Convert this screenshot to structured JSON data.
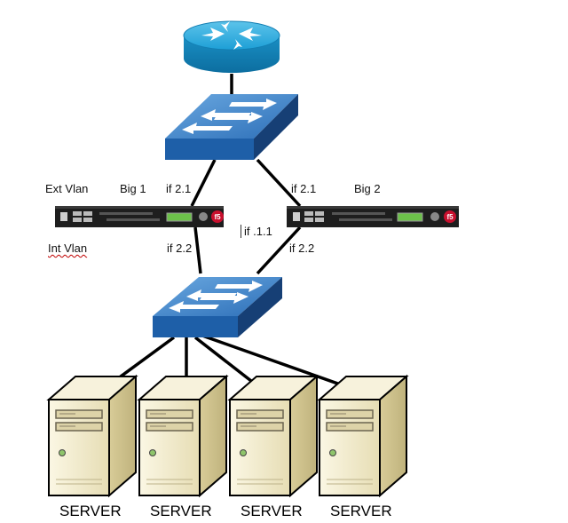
{
  "labels": {
    "ext_vlan": "Ext Vlan",
    "int_vlan": "Int Vlan",
    "big1": "Big 1",
    "big2": "Big 2",
    "big1_if_top": "if 2.1",
    "big1_if_bottom": "if 2.2",
    "big2_if_top": "if 2.1",
    "big2_if_bottom": "if 2.2",
    "ha_link": "if .1.1"
  },
  "servers": [
    {
      "label": "SERVER"
    },
    {
      "label": "SERVER"
    },
    {
      "label": "SERVER"
    },
    {
      "label": "SERVER"
    }
  ],
  "devices": {
    "router": {
      "icon": "router-icon"
    },
    "top_switch": {
      "icon": "switch-icon"
    },
    "bottom_switch": {
      "icon": "switch-icon"
    },
    "big1": {
      "icon": "load-balancer-icon",
      "badge": "f5"
    },
    "big2": {
      "icon": "load-balancer-icon",
      "badge": "f5"
    }
  },
  "colors": {
    "router": "#1d9fd6",
    "switch_top": "#3c82c8",
    "switch_side": "#1e4f8c",
    "appliance": "#1e1e1e",
    "appliance_display": "#6cc04a",
    "f5_badge": "#c8102e",
    "server_body": "#efe8c8",
    "link": "#000000"
  }
}
